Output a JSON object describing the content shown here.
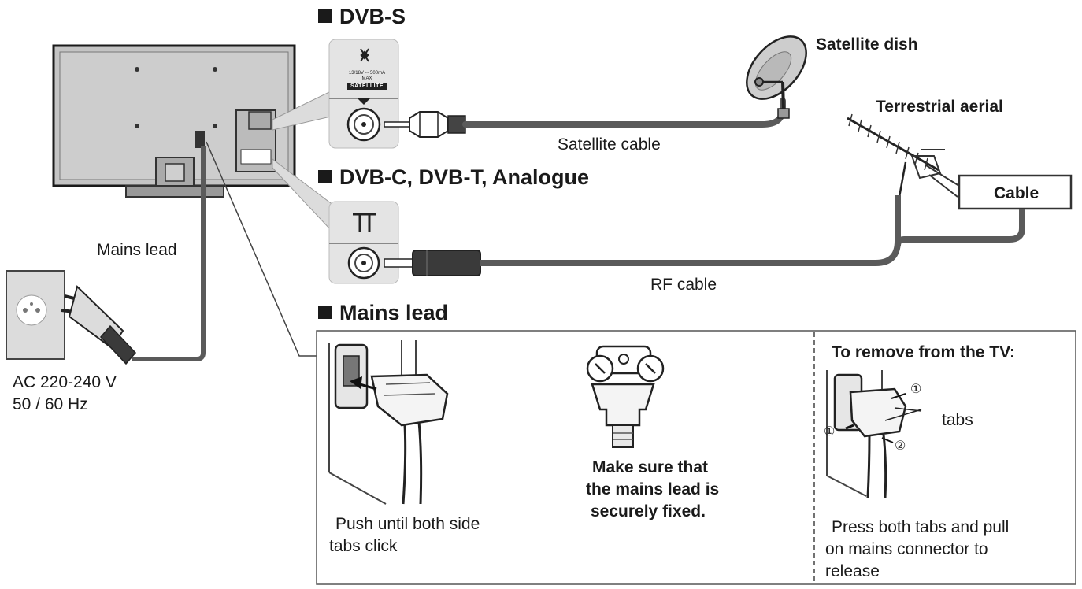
{
  "headers": {
    "dvb_s": "DVB-S",
    "dvb_c": "DVB-C, DVB-T, Analogue",
    "mains": "Mains lead"
  },
  "labels": {
    "satellite_dish": "Satellite dish",
    "terrestrial_aerial": "Terrestrial aerial",
    "cable": "Cable",
    "satellite_cable": "Satellite cable",
    "rf_cable": "RF cable",
    "mains_lead": "Mains lead",
    "ac_line1": "AC 220-240 V",
    "ac_line2": "50 / 60 Hz"
  },
  "panel": {
    "satellite_text": "13/18V ⎓ 500mA MAX",
    "satellite_badge": "SATELLITE"
  },
  "instructions": {
    "push_line1": "Push until both side",
    "push_line2": "tabs click",
    "secure_line1": "Make sure that",
    "secure_line2": "the mains lead is",
    "secure_line3": "securely fixed.",
    "remove_title": "To remove from the TV:",
    "tabs": "tabs",
    "press_line1": "Press both tabs and pull",
    "press_line2": "on mains connector to",
    "press_line3": "release",
    "marker_1": "①",
    "marker_2": "②"
  },
  "colors": {
    "line": "#1a1a1a",
    "cable": "#5a5a5a",
    "panel_bg": "#e4e4e4",
    "tv_back": "#c4c4c4"
  }
}
